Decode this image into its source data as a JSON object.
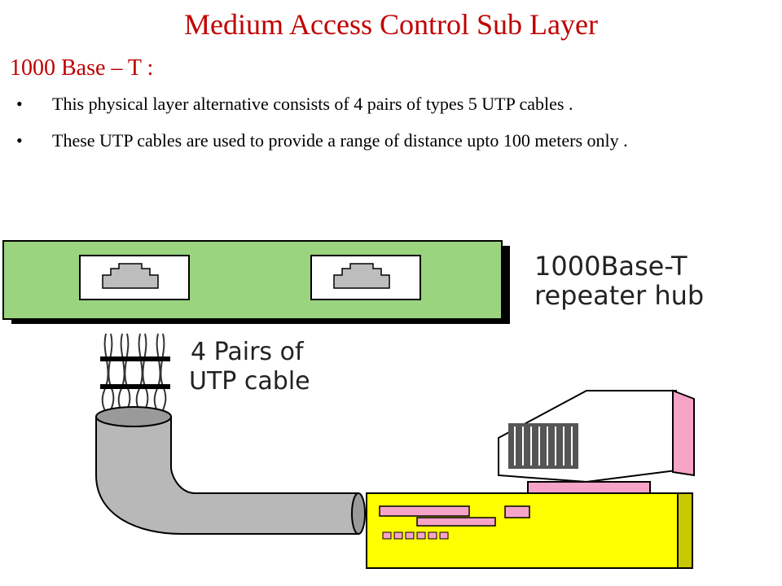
{
  "slide": {
    "title": "Medium Access Control Sub Layer",
    "subtitle": "1000 Base – T :",
    "bullets": [
      "This physical layer alternative consists of  4 pairs of types 5 UTP cables .",
      "These UTP cables are used to provide a range of distance upto 100 meters only ."
    ]
  },
  "diagram": {
    "hub_label_line1": "1000Base-T",
    "hub_label_line2": "repeater hub",
    "cable_label_line1": "4 Pairs of",
    "cable_label_line2": "UTP cable",
    "icons": [
      "rj45-port-icon",
      "rj45-port-icon",
      "twisted-pair-wire-icon",
      "computer-icon"
    ]
  },
  "colors": {
    "title": "#c00000",
    "hub_fill": "#9bd47f",
    "cable_gray": "#b8b8b8",
    "computer_case": "#ffff00",
    "monitor_accent": "#f7a3c8"
  }
}
